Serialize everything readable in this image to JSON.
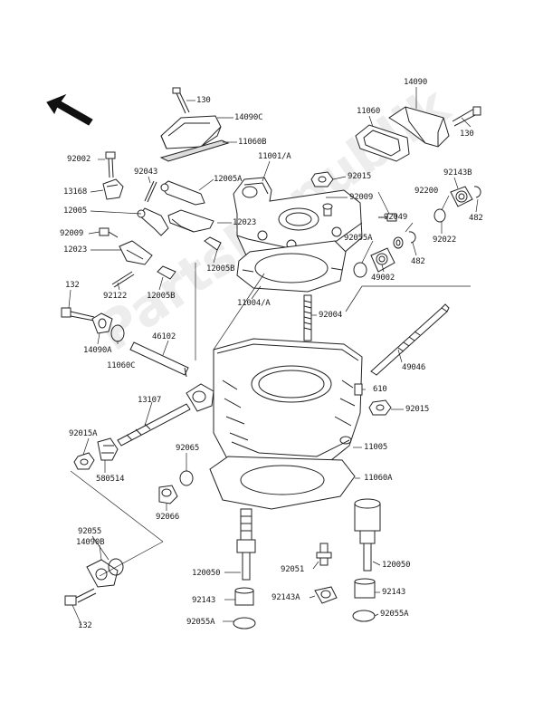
{
  "watermark": "PartsRepublik",
  "labels": {
    "l130a": "130",
    "l14090c": "14090C",
    "l11060b": "11060B",
    "l14090": "14090",
    "l11060": "11060",
    "l130b": "130",
    "l92002": "92002",
    "l92043": "92043",
    "l11001a": "11001/A",
    "l12005a": "12005A",
    "l92015a": "92015",
    "l13168": "13168",
    "l12005": "12005",
    "l92009a": "92009",
    "l92200": "92200",
    "l92143b": "92143B",
    "l92009b": "92009",
    "l12023b": "12023",
    "l92049": "92049",
    "l92055a": "92055A",
    "l92022": "92022",
    "l482a": "482",
    "l482b": "482",
    "l12023a": "12023",
    "l12005b": "12005B",
    "l49002": "49002",
    "l92122": "92122",
    "l12005b2": "12005B",
    "l11004a": "11004/A",
    "l132a": "132",
    "l92004": "92004",
    "l14090a": "14090A",
    "l46102": "46102",
    "l11060c": "11060C",
    "l49046": "49046",
    "l610": "610",
    "l13107": "13107",
    "l92015b": "92015",
    "l92015a2": "92015A",
    "l92065": "92065",
    "l11005": "11005",
    "l580514": "580514",
    "l11060a": "11060A",
    "l92066": "92066",
    "l92055b": "92055",
    "l14090b": "14090B",
    "l120050a": "120050",
    "l92051": "92051",
    "l120050b": "120050",
    "l92143a": "92143",
    "l92143a2": "92143A",
    "l92143c": "92143",
    "l92055a2": "92055A",
    "l92055a3": "92055A",
    "l132b": "132"
  }
}
